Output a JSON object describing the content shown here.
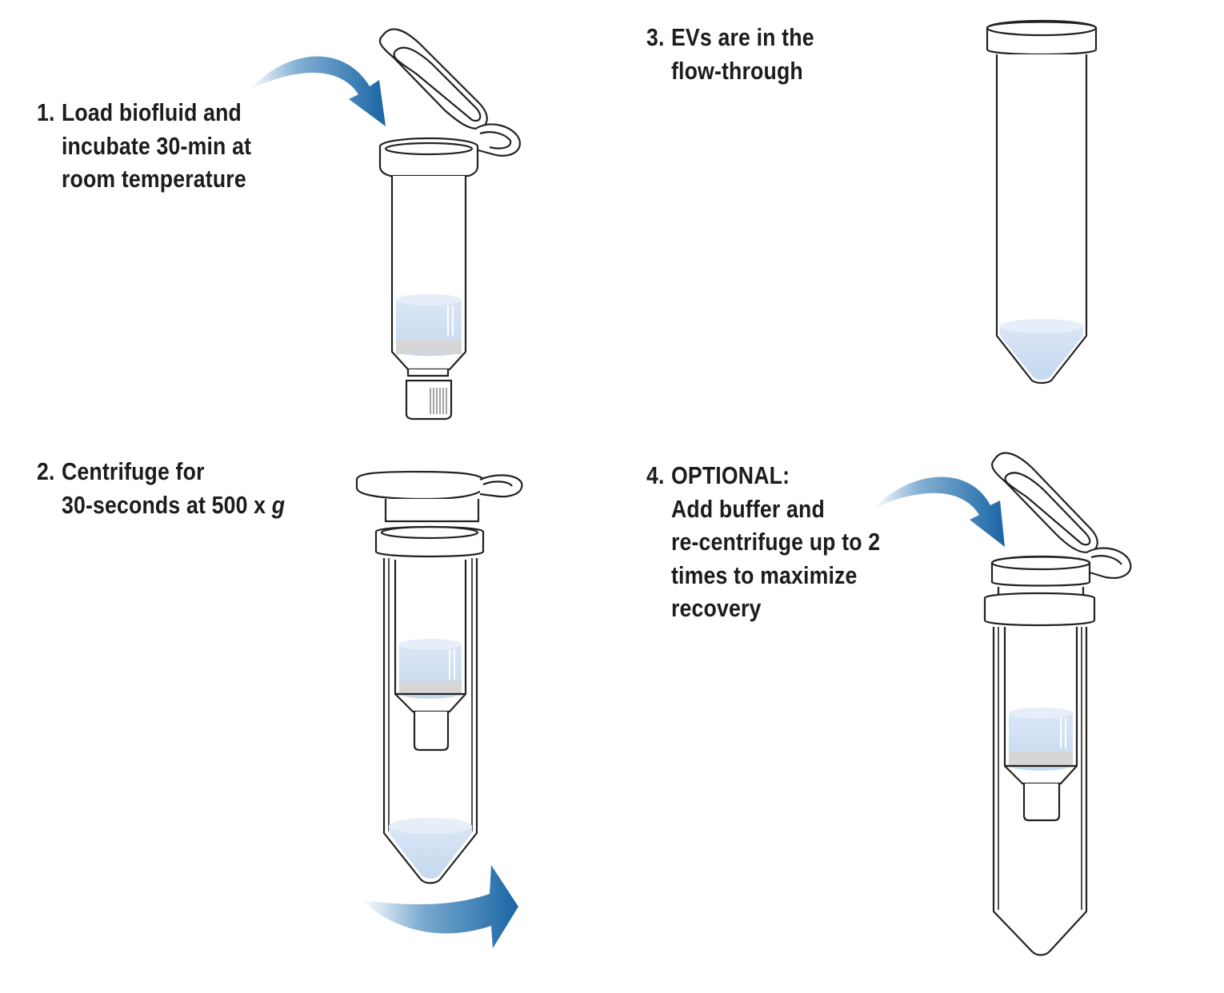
{
  "steps": [
    {
      "number": "1.",
      "lines": [
        "Load biofluid and",
        "incubate 30-min at",
        "room temperature"
      ]
    },
    {
      "number": "2.",
      "lines": [
        "Centrifuge for",
        "30-seconds at 500 x"
      ],
      "line2_suffix_italic": "g"
    },
    {
      "number": "3.",
      "lines": [
        "EVs are in the",
        "flow-through"
      ]
    },
    {
      "number": "4.",
      "lines": [
        "OPTIONAL:",
        "Add buffer and",
        "re-centrifuge up to 2",
        "times to maximize",
        "recovery"
      ]
    }
  ],
  "icons": {
    "arrow_step1": "curved-arrow-icon",
    "arrow_step2": "curved-arrow-icon",
    "arrow_step4": "curved-arrow-icon",
    "column_step1": "spin-column-icon",
    "tube_step2": "spin-column-in-collection-tube-icon",
    "tube_step3": "collection-tube-icon",
    "tube_step4": "spin-column-in-collection-tube-icon"
  },
  "colors": {
    "arrow_blue": "#1e6fae",
    "liquid_blue": "#cfe0f4",
    "resin_gray": "#d6d6d6",
    "outline": "#222222"
  }
}
